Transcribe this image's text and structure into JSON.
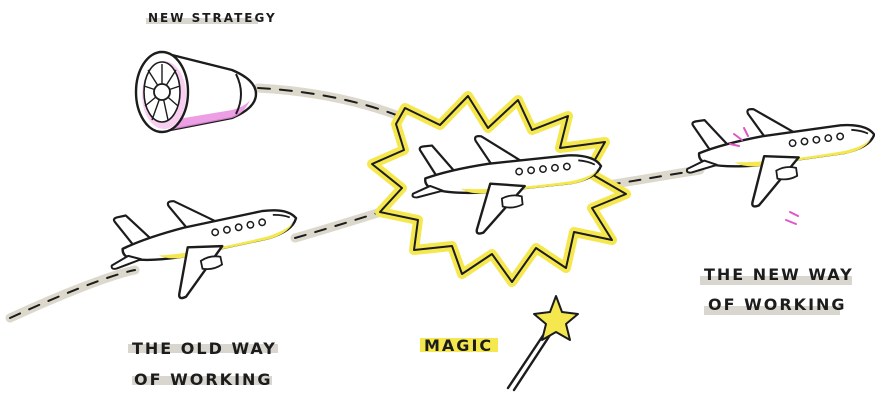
{
  "labels": {
    "new_strategy": "NEW STRATEGY",
    "old_way_line1": "THE OLD WAY",
    "old_way_line2": "OF WORKING",
    "magic": "MAGIC",
    "new_way_line1": "THE NEW WAY",
    "new_way_line2": "OF WORKING"
  },
  "colors": {
    "ink": "#1c1c1c",
    "highlight_yellow": "#f5e84e",
    "engine_pink": "#e98ee0",
    "accent_pink": "#e255c8",
    "path_shadow": "#dcd8cc",
    "label_underline": "#d8d6cf"
  },
  "icons": [
    "jet-engine-icon",
    "airplane-icon",
    "magic-wand-icon",
    "explosion-burst-icon"
  ]
}
